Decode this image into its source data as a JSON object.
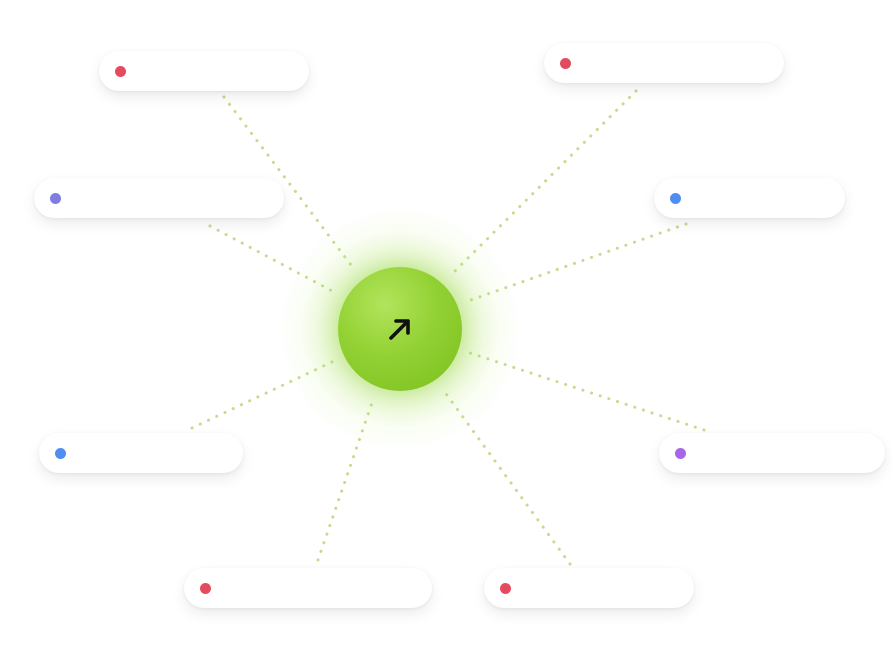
{
  "hub": {
    "icon": "arrow-up-right-icon",
    "color": "#8fcf30"
  },
  "connector_color": "#c4dc8c",
  "nodes": [
    {
      "id": "top-left",
      "dot_color": "#e54b5f",
      "label": ""
    },
    {
      "id": "top-right",
      "dot_color": "#e54b5f",
      "label": ""
    },
    {
      "id": "upper-left",
      "dot_color": "#7f7ee0",
      "label": ""
    },
    {
      "id": "upper-right",
      "dot_color": "#4f8ef0",
      "label": ""
    },
    {
      "id": "lower-left",
      "dot_color": "#4f8ef0",
      "label": ""
    },
    {
      "id": "lower-right",
      "dot_color": "#a766e8",
      "label": ""
    },
    {
      "id": "bottom-left",
      "dot_color": "#e54b5f",
      "label": ""
    },
    {
      "id": "bottom-right",
      "dot_color": "#e54b5f",
      "label": ""
    }
  ]
}
